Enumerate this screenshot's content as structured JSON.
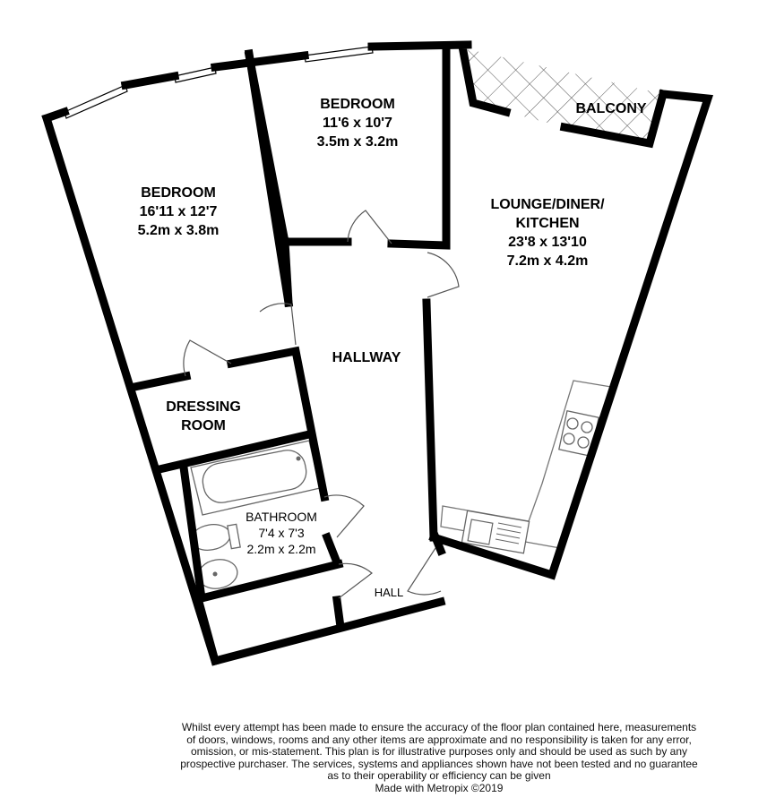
{
  "rooms": {
    "bedroom1": {
      "name": "BEDROOM",
      "imperial": "16'11 x 12'7",
      "metric": "5.2m x 3.8m"
    },
    "bedroom2": {
      "name": "BEDROOM",
      "imperial": "11'6 x 10'7",
      "metric": "3.5m x 3.2m"
    },
    "lounge": {
      "name_line1": "LOUNGE/DINER/",
      "name_line2": "KITCHEN",
      "imperial": "23'8 x 13'10",
      "metric": "7.2m x 4.2m"
    },
    "balcony": {
      "name": "BALCONY"
    },
    "hallway": {
      "name": "HALLWAY"
    },
    "dressing": {
      "name_line1": "DRESSING",
      "name_line2": "ROOM"
    },
    "bathroom": {
      "name": "BATHROOM",
      "imperial": "7'4 x 7'3",
      "metric": "2.2m x 2.2m"
    },
    "hall": {
      "name": "HALL"
    }
  },
  "disclaimer": {
    "line1": "Whilst every attempt has been made to ensure the accuracy of the floor plan contained here, measurements",
    "line2": "of doors, windows, rooms and any other items are approximate and no responsibility is taken for any error,",
    "line3": "omission, or mis-statement. This plan is for illustrative purposes only and should be used as such by any",
    "line4": "prospective purchaser. The services, systems and appliances shown have not been tested and no guarantee",
    "line5": "as to their operability or efficiency can be given",
    "line6": "Made with Metropix ©2019"
  }
}
